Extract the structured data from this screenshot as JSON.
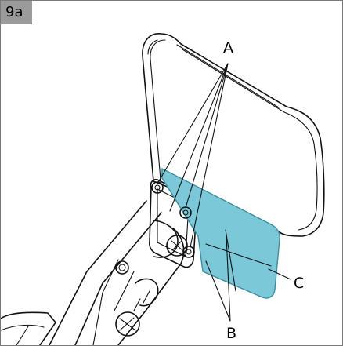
{
  "figure_label": "9a",
  "callouts": {
    "a": "A",
    "b": "B",
    "c": "C"
  },
  "colors": {
    "highlight": "#7bc8d8",
    "highlight_stroke": "#3a8fa3",
    "badge": "#9b9b9b"
  }
}
